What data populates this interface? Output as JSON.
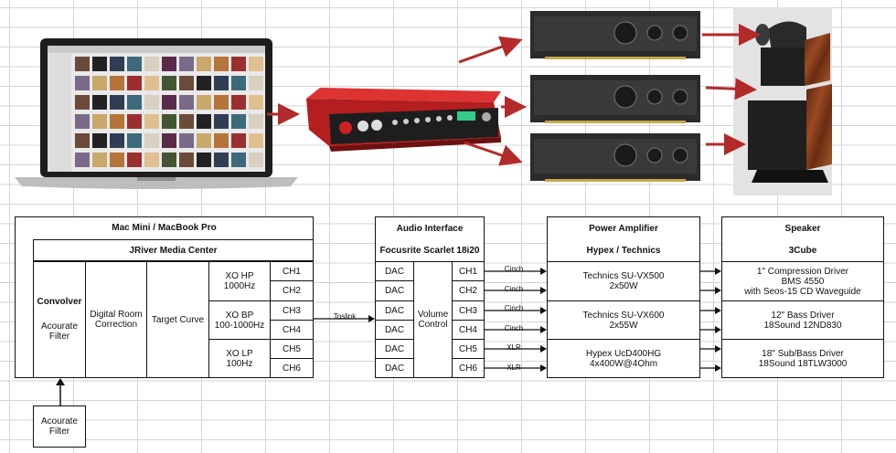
{
  "mac": {
    "title": "Mac Mini / MacBook Pro",
    "software": "JRiver Media Center",
    "convolver": "Convolver",
    "convolver_filter": "Acourate\nFilter",
    "drc": "Digital Room\nCorrection",
    "target_curve": "Target Curve",
    "xo": [
      "XO HP\n1000Hz",
      "XO BP\n100-1000Hz",
      "XO LP\n100Hz"
    ],
    "channels": [
      "CH1",
      "CH2",
      "CH3",
      "CH4",
      "CH5",
      "CH6"
    ]
  },
  "filter_input": "Acourate\nFilter",
  "link_label": "Toslink",
  "audio_interface": {
    "title": "Audio Interface",
    "model": "Focusrite Scarlet 18i20",
    "dac": [
      "DAC",
      "DAC",
      "DAC",
      "DAC",
      "DAC",
      "DAC"
    ],
    "volume": "Volume\nControl",
    "channels": [
      "CH1",
      "CH2",
      "CH3",
      "CH4",
      "CH5",
      "CH6"
    ]
  },
  "cables": [
    "Cinch",
    "Cinch",
    "Cinch",
    "Cinch",
    "XLR",
    "XLR"
  ],
  "power_amp": {
    "title": "Power Amplifier",
    "brand": "Hypex / Technics",
    "units": [
      "Technics SU-VX500\n2x50W",
      "Technics SU-VX600\n2x55W",
      "Hypex UcD400HG\n4x400W@4Ohm"
    ]
  },
  "speaker": {
    "title": "Speaker",
    "model": "3Cube",
    "drivers": [
      "1\" Compression Driver\nBMS 4550\nwith Seos-15 CD Waveguide",
      "12\" Bass Driver\n18Sound 12ND830",
      "18\" Sub/Bass Driver\n18Sound 18TLW3000"
    ]
  },
  "colors": {
    "arrow_red": "#b22a2a",
    "interface_red": "#b51e1e",
    "amp_body": "#2b2b2b",
    "wood": "#7a3a1a"
  }
}
